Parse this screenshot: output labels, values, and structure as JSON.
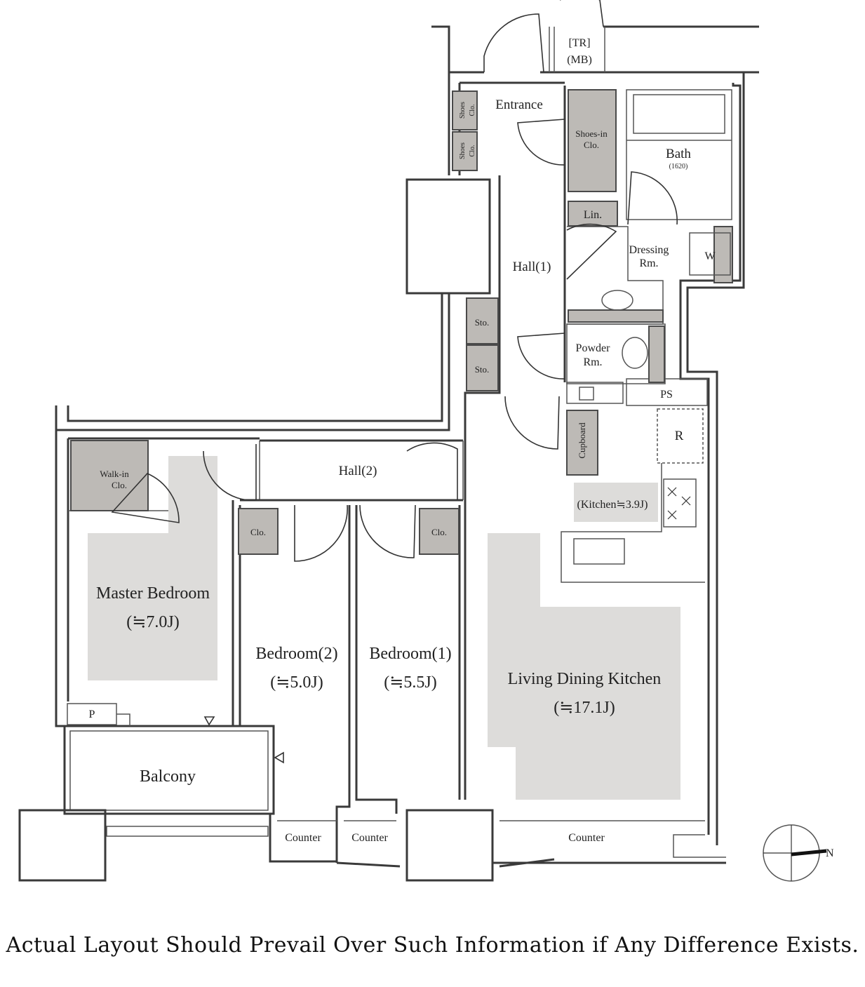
{
  "rooms": {
    "tr_mb": [
      "[TR]",
      "(MB)"
    ],
    "entrance": "Entrance",
    "shoes_clo_a": [
      "Shoes",
      "Clo."
    ],
    "shoes_clo_b": [
      "Shoes",
      "Clo."
    ],
    "shoes_in_clo": [
      "Shoes-in",
      "Clo."
    ],
    "bath": "Bath",
    "bath_size": "(1620)",
    "lin": "Lin.",
    "dressing": [
      "Dressing",
      "Rm."
    ],
    "washer": "W",
    "hall1": "Hall(1)",
    "sto1": "Sto.",
    "sto2": "Sto.",
    "powder": [
      "Powder",
      "Rm."
    ],
    "ps": "PS",
    "refrigerator": "R",
    "cupboard": "Cupboard",
    "kitchen": "(Kitchen≒3.9J)",
    "hall2": "Hall(2)",
    "walk_in_clo": [
      "Walk-in",
      "Clo."
    ],
    "clo_left": "Clo.",
    "clo_right": "Clo.",
    "master_bedroom": "Master Bedroom",
    "master_bedroom_size": "(≒7.0J)",
    "bedroom2": "Bedroom(2)",
    "bedroom2_size": "(≒5.0J)",
    "bedroom1": "Bedroom(1)",
    "bedroom1_size": "(≒5.5J)",
    "ldk": "Living Dining Kitchen",
    "ldk_size": "(≒17.1J)",
    "p": "P",
    "balcony": "Balcony",
    "counter_left": "Counter",
    "counter_mid": "Counter",
    "counter_right": "Counter"
  },
  "compass": {
    "north_label": "N"
  },
  "disclaimer": "Actual Layout Should Prevail Over Such Information if Any Difference Exists."
}
